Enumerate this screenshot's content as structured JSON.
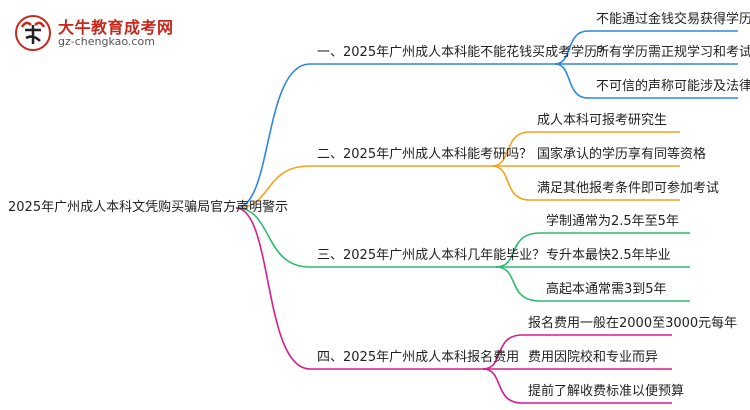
{
  "logo": {
    "title": "大牛教育成考网",
    "url": "gz-chengkao.com"
  },
  "mindmap": {
    "root": "2025年广州成人本科文凭购买骗局官方声明警示",
    "branches": [
      {
        "label": "一、2025年广州成人本科能不能花钱买成考学历？",
        "color": "#2f86e0",
        "children": [
          "不能通过金钱交易获得学历",
          "所有学历需正规学习和考试",
          "不可信的声称可能涉及法律风险"
        ]
      },
      {
        "label": "二、2025年广州成人本科能考研吗？",
        "color": "#f2a31b",
        "children": [
          "成人本科可报考研究生",
          "国家承认的学历享有同等资格",
          "满足其他报考条件即可参加考试"
        ]
      },
      {
        "label": "三、2025年广州成人本科几年能毕业？",
        "color": "#2dbb6e",
        "children": [
          "学制通常为2.5年至5年",
          "专升本最快2.5年毕业",
          "高起本通常需3到5年"
        ]
      },
      {
        "label": "四、2025年广州成人本科报名费用",
        "color": "#d81e8c",
        "children": [
          "报名费用一般在2000至3000元每年",
          "费用因院校和专业而异",
          "提前了解收费标准以便预算"
        ]
      }
    ]
  }
}
